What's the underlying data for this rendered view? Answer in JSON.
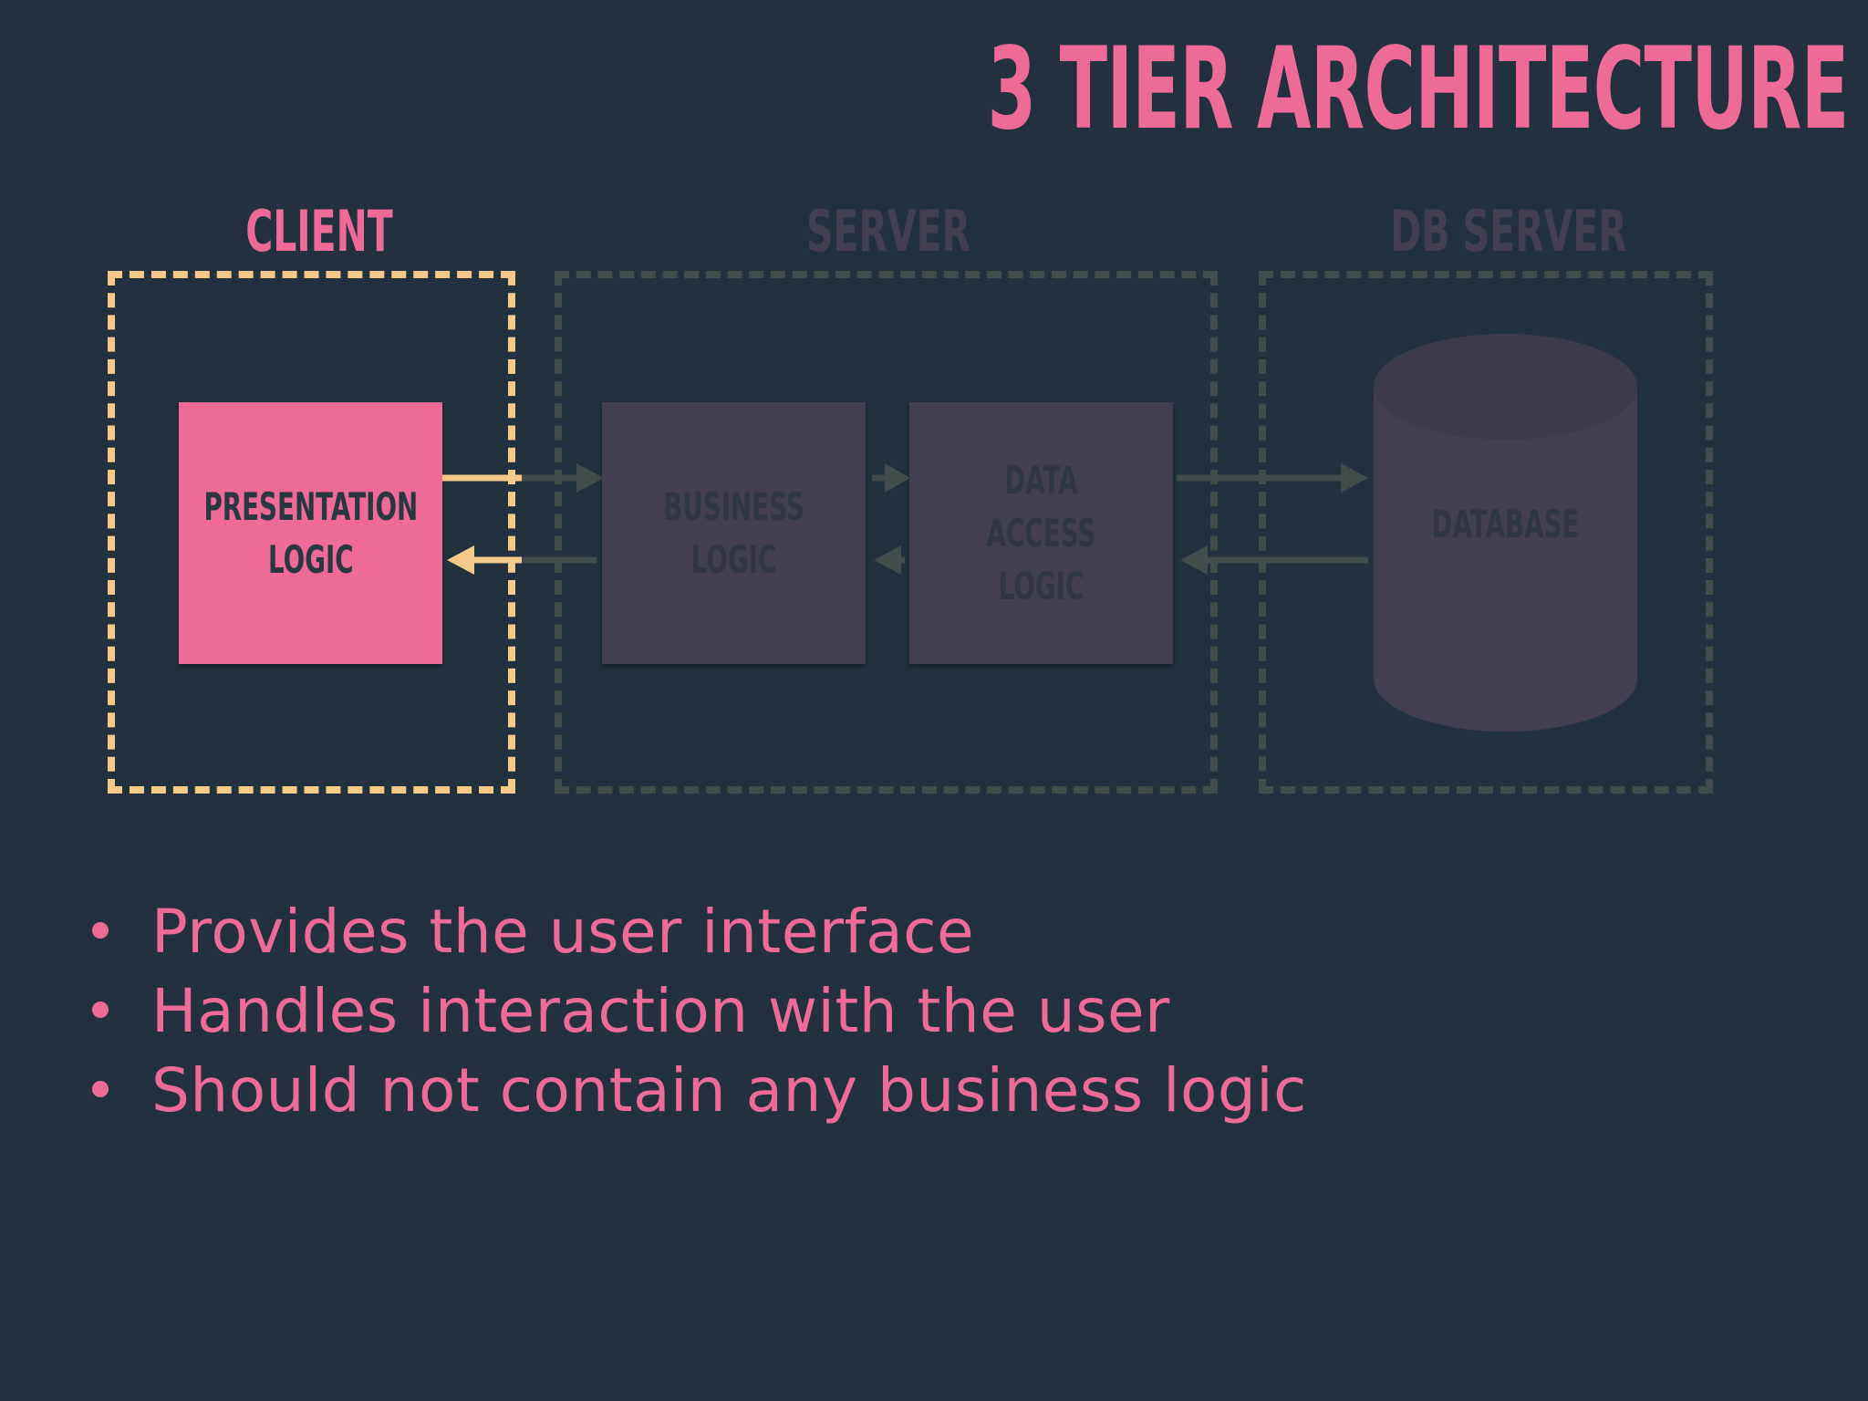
{
  "title": "3 TIER ARCHITECTURE",
  "tiers": {
    "client": "CLIENT",
    "server": "SERVER",
    "db_server": "DB SERVER"
  },
  "components": {
    "presentation": "PRESENTATION\nLOGIC",
    "business": "BUSINESS LOGIC",
    "data_access": "DATA ACCESS\nLOGIC",
    "database": "DATABASE"
  },
  "bullets": [
    "Provides the user interface",
    "Handles interaction with the user",
    "Should not contain any business logic"
  ],
  "colors": {
    "background": "#22313d",
    "accent": "#ee6b97",
    "highlight_frame": "#f4c98a",
    "dimmed_frame": "#414c4b",
    "dimmed_box": "#433f51"
  }
}
